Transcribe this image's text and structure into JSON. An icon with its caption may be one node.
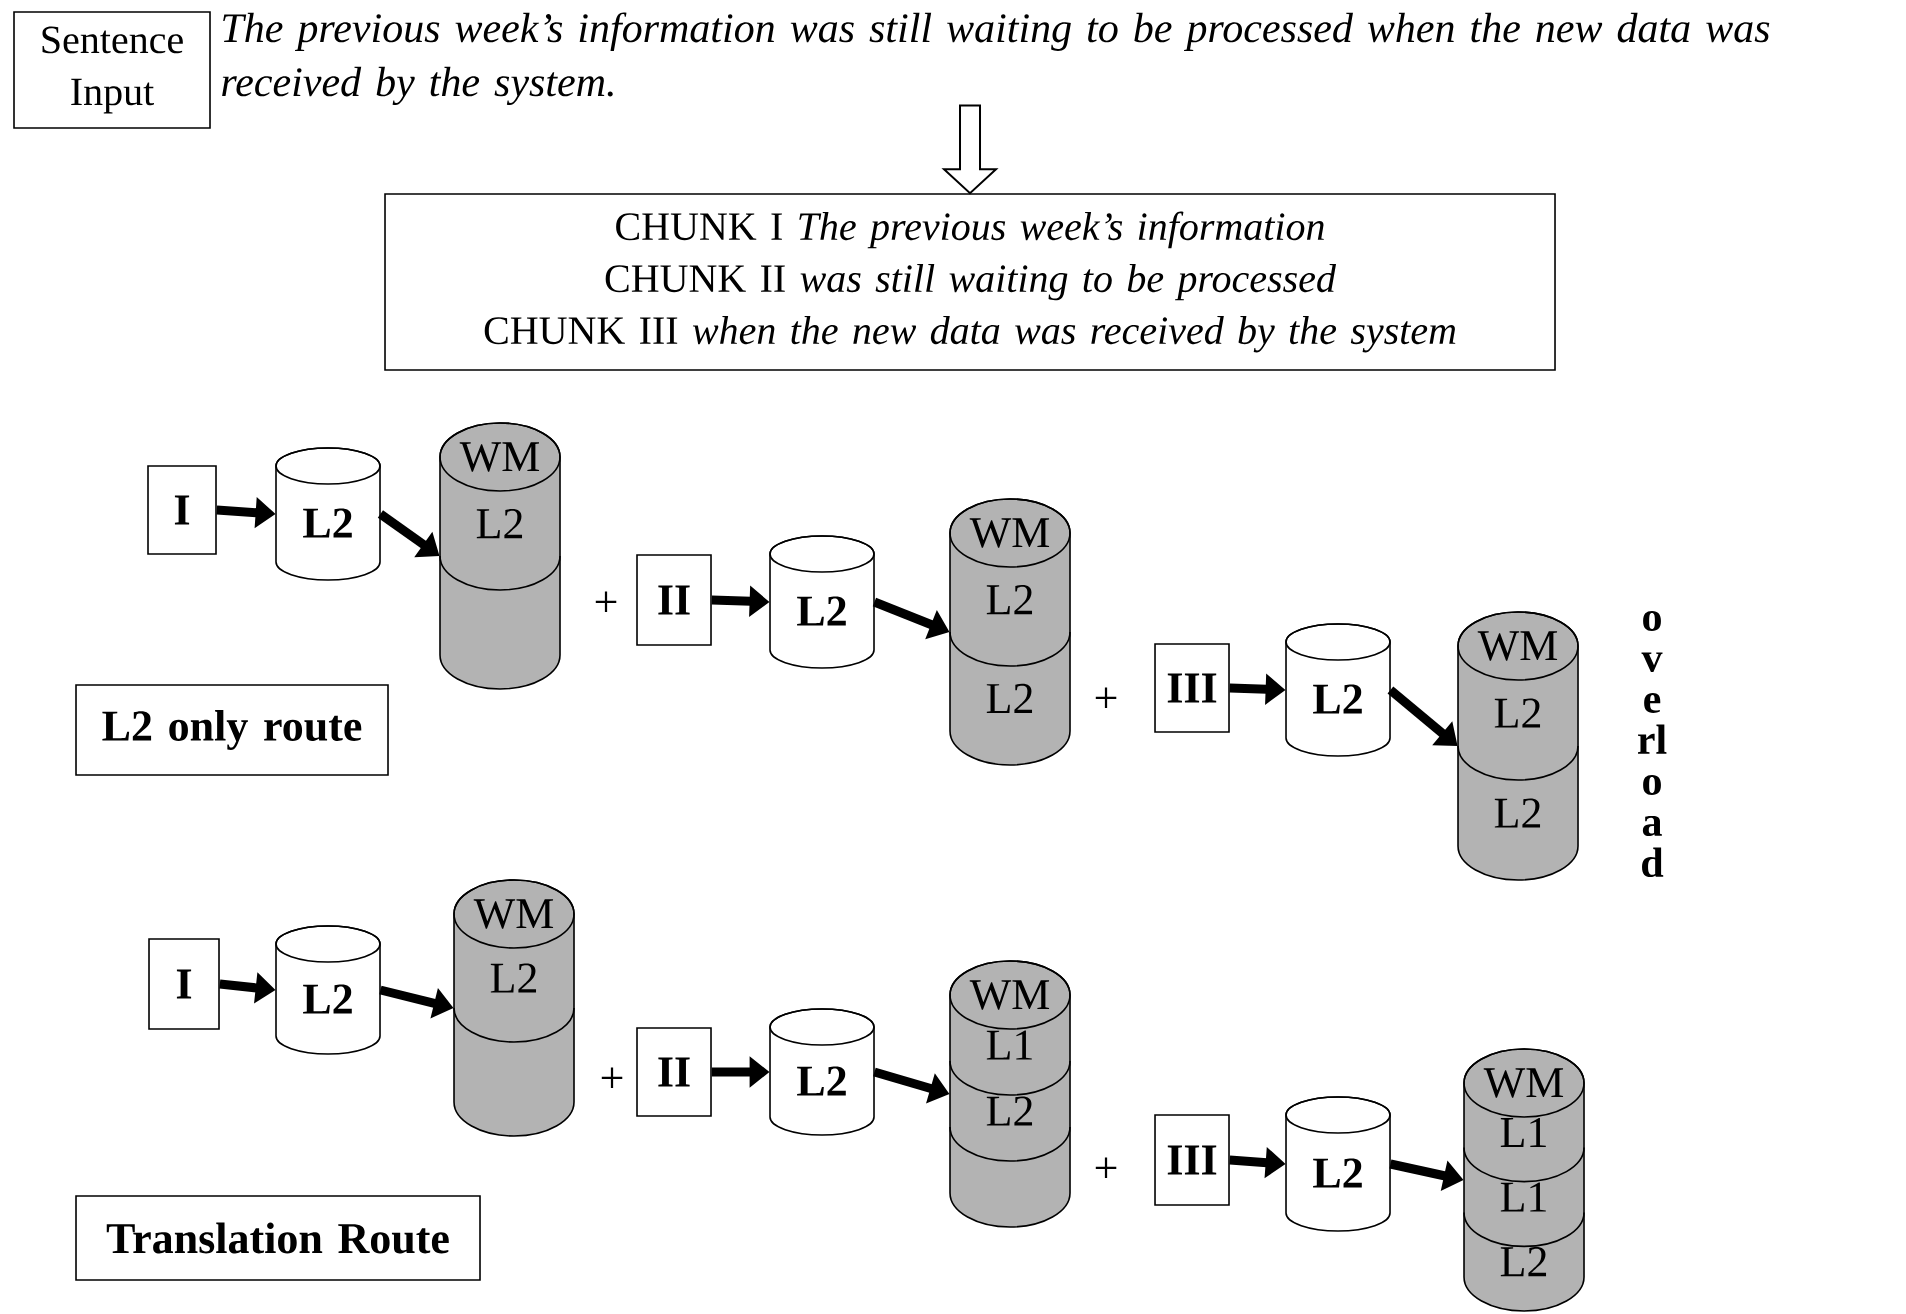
{
  "diagram": {
    "nodes": [
      {
        "text": [
          "Sentence Input"
        ]
      },
      {
        "text": [
          "The previous week’s information was still waiting to be processed when the new data was received by the system."
        ]
      },
      {
        "text": [
          "CHUNK I *The previous week’s information*",
          "CHUNK II *was still waiting to be processed*",
          "CHUNK III *when the new data was received by the system*"
        ]
      },
      {
        "text": [
          "I"
        ]
      },
      {
        "text": [
          "L2"
        ]
      },
      {
        "text": [
          "WM",
          "L2"
        ]
      },
      {
        "text": [
          "II"
        ]
      },
      {
        "text": [
          "L2"
        ]
      },
      {
        "text": [
          "WM",
          "L2",
          "L2"
        ]
      },
      {
        "text": [
          "III"
        ]
      },
      {
        "text": [
          "L2"
        ]
      },
      {
        "text": [
          "WM",
          "L2",
          "L2"
        ]
      },
      {
        "text": [
          "L2 only route"
        ]
      },
      {
        "text": [
          "I"
        ]
      },
      {
        "text": [
          "L2"
        ]
      },
      {
        "text": [
          "WM",
          "L2"
        ]
      },
      {
        "text": [
          "II"
        ]
      },
      {
        "text": [
          "L2"
        ]
      },
      {
        "text": [
          "WM",
          "L1",
          "L2"
        ]
      },
      {
        "text": [
          "III"
        ]
      },
      {
        "text": [
          "L2"
        ]
      },
      {
        "text": [
          "WM",
          "L1",
          "L1",
          "L2"
        ]
      },
      {
        "text": [
          "Translation Route"
        ]
      }
    ],
    "edges": [
      {
        "from": 1,
        "to": 2,
        "arrow": "to"
      },
      {
        "from": 3,
        "to": 4,
        "arrow": "to"
      },
      {
        "from": 4,
        "to": 5,
        "arrow": "to"
      },
      {
        "from": 6,
        "to": 7,
        "arrow": "to"
      },
      {
        "from": 7,
        "to": 8,
        "arrow": "to"
      },
      {
        "from": 9,
        "to": 10,
        "arrow": "to"
      },
      {
        "from": 10,
        "to": 11,
        "arrow": "to"
      },
      {
        "from": 13,
        "to": 14,
        "arrow": "to"
      },
      {
        "from": 14,
        "to": 15,
        "arrow": "to"
      },
      {
        "from": 16,
        "to": 17,
        "arrow": "to"
      },
      {
        "from": 17,
        "to": 18,
        "arrow": "to"
      },
      {
        "from": 19,
        "to": 20,
        "arrow": "to"
      },
      {
        "from": 20,
        "to": 21,
        "arrow": "to"
      }
    ],
    "labels": [
      "+",
      "+",
      "overload",
      "+",
      "+"
    ]
  }
}
